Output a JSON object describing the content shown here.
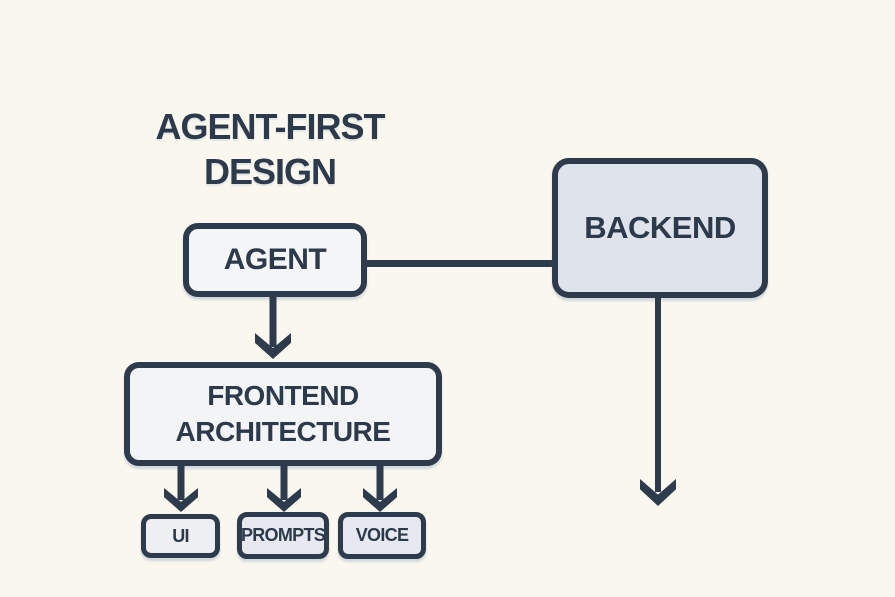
{
  "title": {
    "line1": "AGENT-FIRST",
    "line2": "DESIGN"
  },
  "nodes": {
    "agent": {
      "label": "AGENT"
    },
    "backend": {
      "label": "BACKEND"
    },
    "frontend": {
      "line1": "FRONTEND",
      "line2": "ARCHITECTURE"
    },
    "ui": {
      "label": "UI"
    },
    "prompts": {
      "label": "PROMPTS"
    },
    "voice": {
      "label": "VOICE"
    }
  },
  "colors": {
    "background": "#faf7ee",
    "stroke": "#2e3b4d",
    "text": "#2c3a4b",
    "agent_fill": "#f4f5f7",
    "backend_fill": "#dfe3eb",
    "frontend_fill": "#f3f4f6",
    "ui_fill": "#edeff3",
    "prompts_fill": "#e6e9ef",
    "voice_fill": "#e6e9ef"
  }
}
